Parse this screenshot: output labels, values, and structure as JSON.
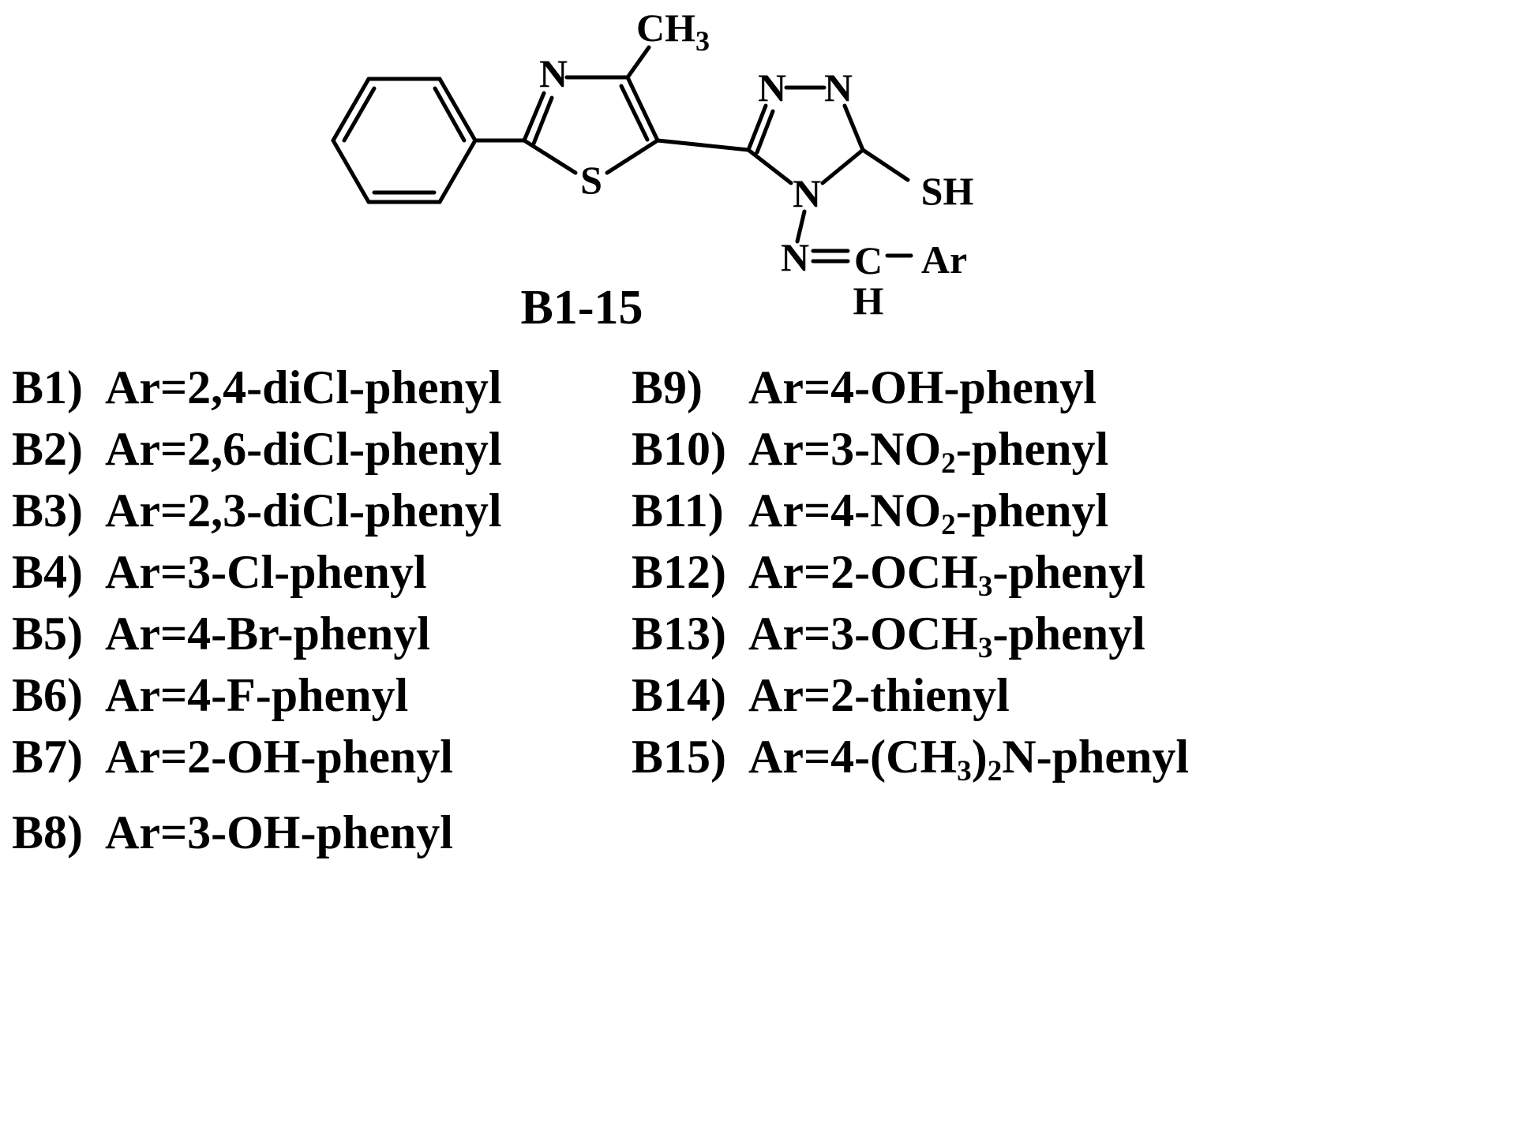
{
  "structure": {
    "compound_label": "B1-15",
    "labels": {
      "methyl_main": "CH",
      "methyl_sub": "3",
      "thiazole_n": "N",
      "thiazole_s": "S",
      "triazole_n_left": "N",
      "triazole_n_right": "N",
      "triazole_n_bottom": "N",
      "thiol": "SH",
      "imine_n": "N",
      "imine_c": "C",
      "imine_h": "H",
      "aryl": "Ar"
    }
  },
  "substituents": {
    "left": [
      {
        "label": "B1)",
        "formula": [
          "Ar=2,4-diCl-phenyl"
        ]
      },
      {
        "label": "B2)",
        "formula": [
          "Ar=2,6-diCl-phenyl"
        ]
      },
      {
        "label": "B3)",
        "formula": [
          "Ar=2,3-diCl-phenyl"
        ]
      },
      {
        "label": "B4)",
        "formula": [
          "Ar=3-Cl-phenyl"
        ]
      },
      {
        "label": "B5)",
        "formula": [
          "Ar=4-Br-phenyl"
        ]
      },
      {
        "label": "B6)",
        "formula": [
          "Ar=4-F-phenyl"
        ]
      },
      {
        "label": "B7)",
        "formula": [
          "Ar=2-OH-phenyl"
        ]
      },
      {
        "label": "B8)",
        "formula": [
          "Ar=3-OH-phenyl"
        ]
      }
    ],
    "right": [
      {
        "label": "B9)",
        "formula": [
          "Ar=4-OH-phenyl"
        ]
      },
      {
        "label": "B10)",
        "formula": [
          "Ar=3-NO",
          {
            "sub": "2"
          },
          "-phenyl"
        ]
      },
      {
        "label": "B11)",
        "formula": [
          "Ar=4-NO",
          {
            "sub": "2"
          },
          "-phenyl"
        ]
      },
      {
        "label": "B12)",
        "formula": [
          "Ar=2-OCH",
          {
            "sub": "3"
          },
          "-phenyl"
        ]
      },
      {
        "label": "B13)",
        "formula": [
          "Ar=3-OCH",
          {
            "sub": "3"
          },
          "-phenyl"
        ]
      },
      {
        "label": "B14)",
        "formula": [
          "Ar=2-thienyl"
        ]
      },
      {
        "label": "B15)",
        "formula": [
          "Ar=4-(CH",
          {
            "sub": "3"
          },
          ")",
          {
            "sub": "2"
          },
          "N-phenyl"
        ]
      }
    ]
  }
}
